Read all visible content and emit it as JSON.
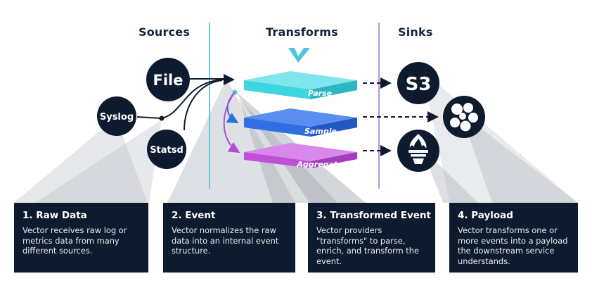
{
  "headers": {
    "sources": "Sources",
    "transforms": "Transforms",
    "sinks": "Sinks"
  },
  "sources": [
    "File",
    "Syslog",
    "Statsd"
  ],
  "transforms": [
    "Parse",
    "Sample",
    "Aggregate"
  ],
  "sinks": {
    "s3": "S3"
  },
  "cards": [
    {
      "title": "1. Raw Data",
      "body": "Vector receives raw log or metrics data from many different sources."
    },
    {
      "title": "2. Event",
      "body": "Vector normalizes the raw data into an internal event structure."
    },
    {
      "title": "3. Transformed Event",
      "body": "Vector providers \"transforms\" to parse, enrich, and transform the event."
    },
    {
      "title": "4. Payload",
      "body": "Vector transforms one or more events into a payload the downstream service understands."
    }
  ],
  "colors": {
    "navy": "#0e1b2e",
    "divider_sources": "#3cc3d0",
    "divider_sinks": "#9b7fd6",
    "parse": "#3dd6e0",
    "sample": "#2f6fe3",
    "aggregate": "#c050d8",
    "logo": "#4fc6de"
  }
}
